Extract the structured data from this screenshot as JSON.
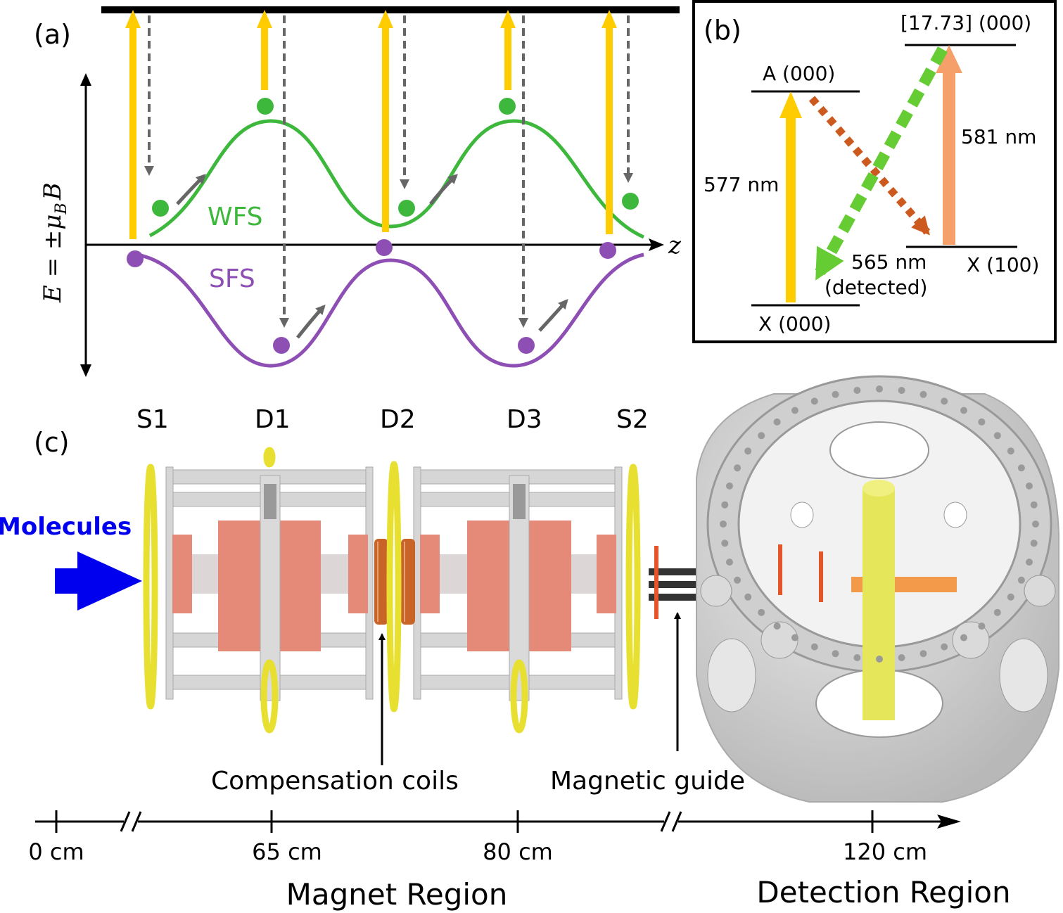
{
  "panel_a": {
    "tag": "(a)",
    "energy_axis_label": "E = ±μ",
    "energy_axis_subscript": "B",
    "energy_axis_tail": "B",
    "z_axis_label": "z",
    "wfs_label": "WFS",
    "sfs_label": "SFS",
    "colors": {
      "wfs": "#3db83d",
      "sfs": "#8e4fb5",
      "pump": "#ffcc00",
      "decay": "#666666"
    }
  },
  "panel_b": {
    "tag": "(b)",
    "levels": {
      "top_right": "[17.73] (000)",
      "excited": "A (000)",
      "ground": "X (000)",
      "vib": "X (100)"
    },
    "wavelengths": {
      "pump": "577 nm",
      "repump": "581 nm",
      "detected": "565 nm",
      "detected_note": "(detected)"
    },
    "colors": {
      "pump": "#ffcc00",
      "repump": "#f5a06a",
      "detect": "#66cc33",
      "decay": "#cc5a1e"
    }
  },
  "panel_c": {
    "tag": "(c)",
    "stage_labels": [
      "S1",
      "D1",
      "D2",
      "D3",
      "S2"
    ],
    "molecules_label": "Molecules",
    "compensation_label": "Compensation coils",
    "guide_label": "Magnetic guide",
    "colors": {
      "molecules": "#0000ee",
      "coil": "#e8e030",
      "magnet": "#e58a78",
      "frame": "#d6d6d6",
      "copper": "#c86428",
      "chamber": "#d0d0d0"
    }
  },
  "axis": {
    "ticks": [
      "0 cm",
      "65 cm",
      "80 cm",
      "120 cm"
    ],
    "regions": [
      "Magnet Region",
      "Detection Region"
    ]
  }
}
